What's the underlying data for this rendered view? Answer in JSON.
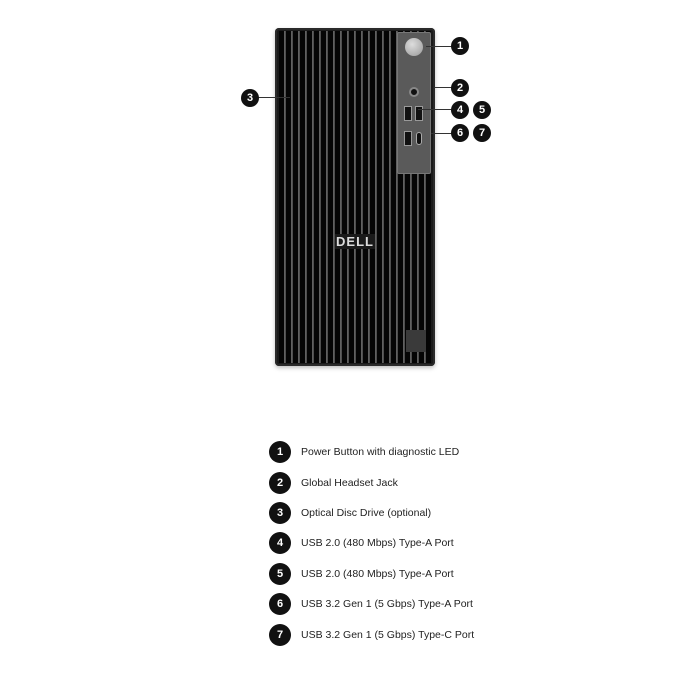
{
  "product": {
    "brand_logo": "DELL",
    "callouts": [
      "1",
      "2",
      "3",
      "4",
      "5",
      "6",
      "7"
    ]
  },
  "legend": [
    {
      "num": "1",
      "label": "Power Button with diagnostic LED"
    },
    {
      "num": "2",
      "label": "Global Headset Jack"
    },
    {
      "num": "3",
      "label": "Optical Disc Drive (optional)"
    },
    {
      "num": "4",
      "label": "USB 2.0 (480 Mbps) Type-A Port"
    },
    {
      "num": "5",
      "label": "USB 2.0 (480 Mbps) Type-A Port"
    },
    {
      "num": "6",
      "label": "USB 3.2 Gen 1 (5 Gbps) Type-A Port"
    },
    {
      "num": "7",
      "label": "USB 3.2 Gen 1 (5 Gbps) Type-C Port"
    }
  ]
}
